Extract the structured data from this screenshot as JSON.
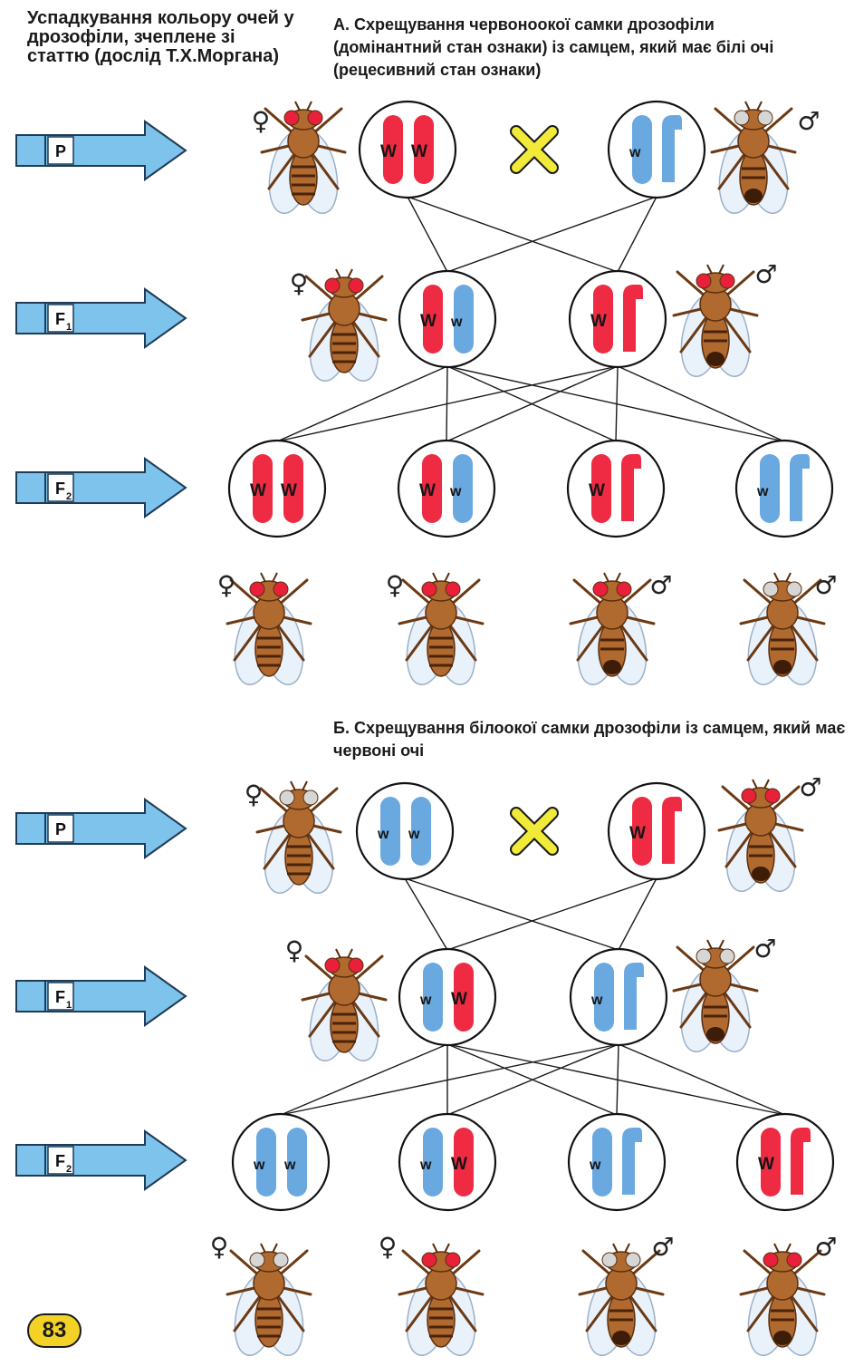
{
  "texts": {
    "main_title": "Успадкування кольору очей у дрозофіли, зчеплене зі статтю (дослід Т.Х.Моргана)",
    "cross_a": "А. Схрещування червоноокої самки дрозофіли (домінантний стан ознаки) із самцем, який має білі очі (рецесивний стан ознаки)",
    "cross_b": "Б. Схрещування білоокої самки дрозофіли із самцем, який має червоні очі",
    "page_number": "83"
  },
  "generation_labels": {
    "p": "P",
    "f": "F",
    "sub1": "1",
    "sub2": "2"
  },
  "symbols": {
    "female": "♀",
    "male": "♂",
    "cross": "✕"
  },
  "alleles": {
    "dominant": "W",
    "recessive": "w"
  },
  "colors": {
    "dominant_chromosome": "#ee2b42",
    "recessive_chromosome": "#6aa8e0",
    "arrow": "#7ec3ec",
    "cross_mark": "#f1ea38",
    "fly_body": "#b06a2f",
    "fly_red_eye": "#e8203a",
    "fly_white_eye": "#d6d6d6"
  },
  "crosses": [
    {
      "id": "A",
      "parents": [
        {
          "sex": "female",
          "eye": "red",
          "chromosomes": [
            "XW",
            "XW"
          ]
        },
        {
          "sex": "male",
          "eye": "white",
          "chromosomes": [
            "Xw",
            "Y"
          ]
        }
      ],
      "f1": [
        {
          "sex": "female",
          "eye": "red",
          "chromosomes": [
            "XW",
            "Xw"
          ]
        },
        {
          "sex": "male",
          "eye": "red",
          "chromosomes": [
            "XW",
            "Y"
          ]
        }
      ],
      "f2": [
        {
          "sex": "female",
          "eye": "red",
          "chromosomes": [
            "XW",
            "XW"
          ]
        },
        {
          "sex": "female",
          "eye": "red",
          "chromosomes": [
            "XW",
            "Xw"
          ]
        },
        {
          "sex": "male",
          "eye": "red",
          "chromosomes": [
            "XW",
            "Y"
          ]
        },
        {
          "sex": "male",
          "eye": "white",
          "chromosomes": [
            "Xw",
            "Y"
          ]
        }
      ]
    },
    {
      "id": "B",
      "parents": [
        {
          "sex": "female",
          "eye": "white",
          "chromosomes": [
            "Xw",
            "Xw"
          ]
        },
        {
          "sex": "male",
          "eye": "red",
          "chromosomes": [
            "XW",
            "Y"
          ]
        }
      ],
      "f1": [
        {
          "sex": "female",
          "eye": "red",
          "chromosomes": [
            "Xw",
            "XW"
          ]
        },
        {
          "sex": "male",
          "eye": "white",
          "chromosomes": [
            "Xw",
            "Y"
          ]
        }
      ],
      "f2": [
        {
          "sex": "female",
          "eye": "white",
          "chromosomes": [
            "Xw",
            "Xw"
          ]
        },
        {
          "sex": "female",
          "eye": "red",
          "chromosomes": [
            "Xw",
            "XW"
          ]
        },
        {
          "sex": "male",
          "eye": "white",
          "chromosomes": [
            "Xw",
            "Y"
          ]
        },
        {
          "sex": "male",
          "eye": "red",
          "chromosomes": [
            "XW",
            "Y"
          ]
        }
      ]
    }
  ]
}
